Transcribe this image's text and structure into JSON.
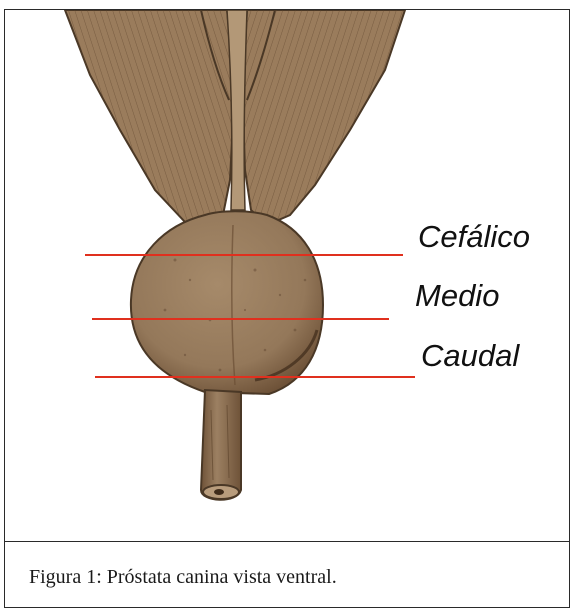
{
  "figure": {
    "illustration": "prostate-ventral-view",
    "level_labels": {
      "cephalic": "Cefálico",
      "middle": "Medio",
      "caudal": "Caudal"
    },
    "caption": "Figura 1: Próstata canina vista ventral."
  },
  "colors": {
    "tissue_fill": "#9a7c5c",
    "tissue_shadow": "#6b4f35",
    "tissue_outline": "#4a3826",
    "level_line": "#e0301e",
    "frame_border": "#2a2a2a"
  }
}
